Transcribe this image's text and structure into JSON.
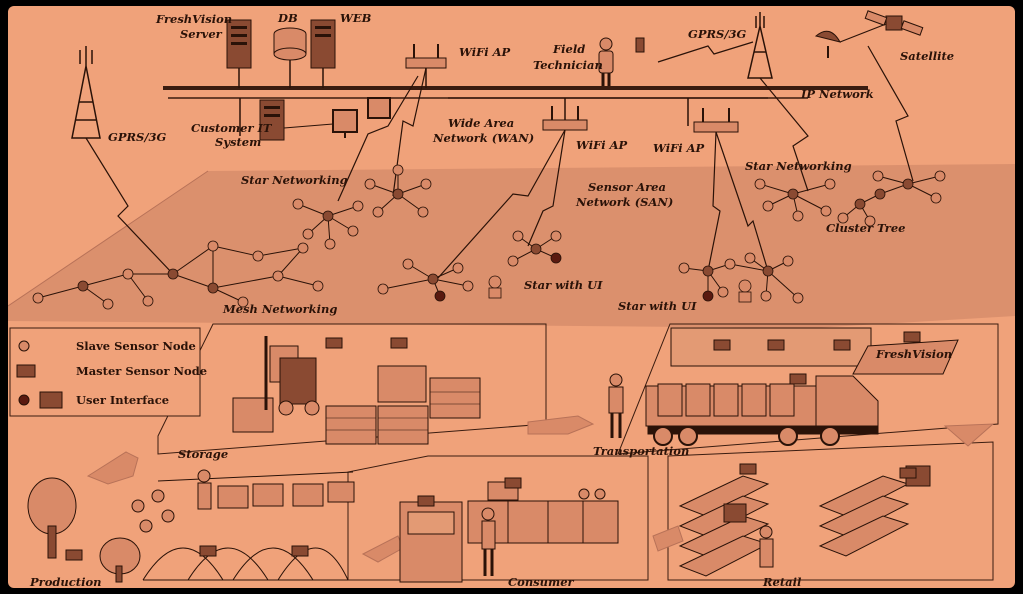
{
  "labels": {
    "server": "FreshVision Server",
    "db": "DB",
    "web": "WEB",
    "wifi_ap_top": "WiFi AP",
    "field_tech": "Field Technician",
    "gprs_right": "GPRS/3G",
    "satellite": "Satellite",
    "ip_network": "IP Network",
    "gprs_left": "GPRS/3G",
    "customer_it": "Customer IT System",
    "wan": "Wide Area Network (WAN)",
    "wifi_ap_mid": "WiFi AP",
    "wifi_ap_right": "WiFi AP",
    "star_left": "Star Networking",
    "star_right": "Star Networking",
    "san": "Sensor Area Network (SAN)",
    "cluster": "Cluster Tree",
    "mesh": "Mesh Networking",
    "star_ui_mid": "Star with UI",
    "star_ui_right": "Star with UI",
    "storage": "Storage",
    "transportation": "Transportation",
    "production": "Production",
    "consumer": "Consumer",
    "retail": "Retail",
    "brand_truck": "FreshVision"
  },
  "legend": {
    "slave": "Slave Sensor Node",
    "master": "Master Sensor Node",
    "ui": "User Interface"
  },
  "colors": {
    "background": "#f0a27a",
    "ink": "#2a1208",
    "node_slave": "#d98a68",
    "node_master": "#8a4a32",
    "node_ui": "#5a1a10",
    "plane": "#d4896a"
  }
}
